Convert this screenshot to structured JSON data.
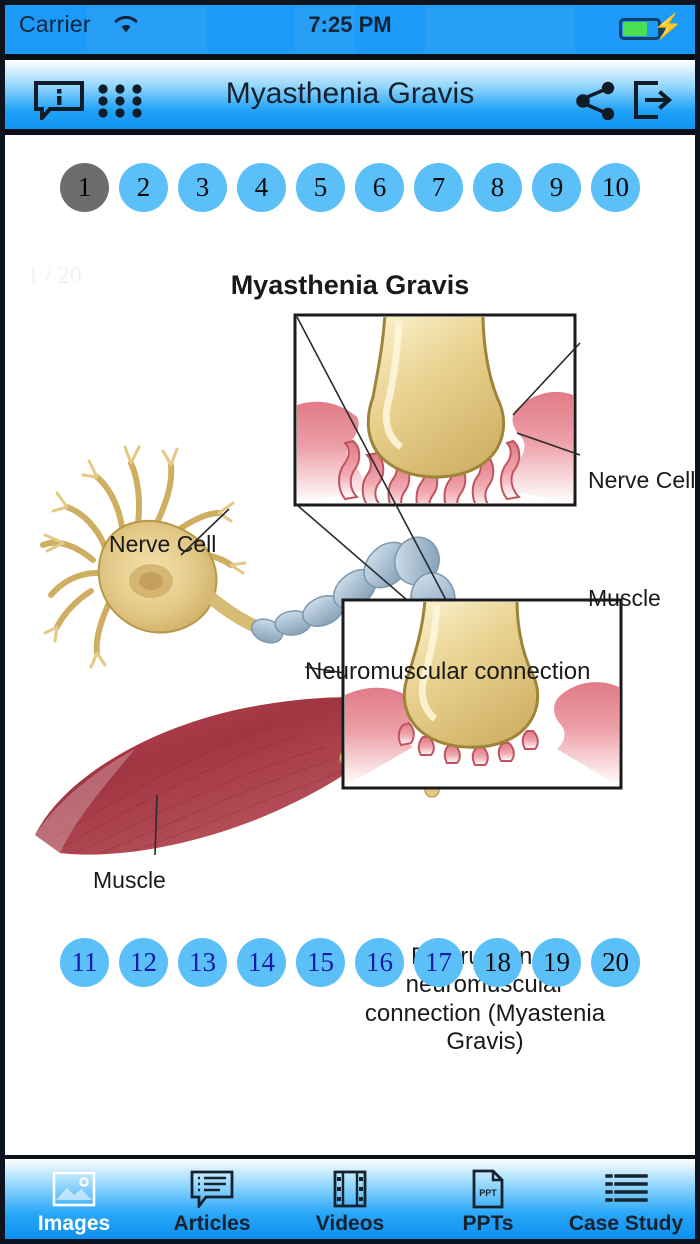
{
  "statusbar": {
    "carrier": "Carrier",
    "wifi_icon": "wifi-icon",
    "time": "7:25 PM",
    "battery_icon": "battery-icon",
    "charging_icon": "lightning-bolt-icon",
    "battery_level_pct": 68
  },
  "navbar": {
    "title": "Myasthenia Gravis",
    "info_icon": "info-speech-bubble-icon",
    "grid_icon": "grid-3x3-icon",
    "share_icon": "share-icon",
    "exit_icon": "exit-logout-icon"
  },
  "pager": {
    "counter": "1 / 20",
    "active_index": 1,
    "active_color": "#6d6d6d",
    "button_color": "#5bc0f8",
    "top_row": [
      "1",
      "2",
      "3",
      "4",
      "5",
      "6",
      "7",
      "8",
      "9",
      "10"
    ],
    "bottom_row": [
      "11",
      "12",
      "13",
      "14",
      "15",
      "16",
      "17",
      "18",
      "19",
      "20"
    ]
  },
  "figure": {
    "title": "Myasthenia Gravis",
    "label_nerve_left": "Nerve Cell",
    "label_muscle_left": "Muscle",
    "label_nerve_right": "Nerve Cell",
    "label_muscle_right": "Muscle",
    "caption_top": "Neuromuscular connection",
    "caption_bottom_line1": "Destruction of neuromuscular",
    "caption_bottom_line2": "connection (Myastenia Gravis)",
    "colors": {
      "nerve": "#e8cf8a",
      "nerve_dark": "#8a7430",
      "axon": "#a8bfd0",
      "muscle": "#a83642",
      "muscle_pink": "#e8919a"
    }
  },
  "tabbar": {
    "tabs": [
      {
        "label": "Images",
        "icon": "image-picture-icon",
        "active": true
      },
      {
        "label": "Articles",
        "icon": "article-speech-bubble-icon",
        "active": false
      },
      {
        "label": "Videos",
        "icon": "film-strip-icon",
        "active": false
      },
      {
        "label": "PPTs",
        "icon": "ppt-document-icon",
        "active": false
      },
      {
        "label": "Case Study",
        "icon": "bulleted-list-icon",
        "active": false
      }
    ]
  }
}
